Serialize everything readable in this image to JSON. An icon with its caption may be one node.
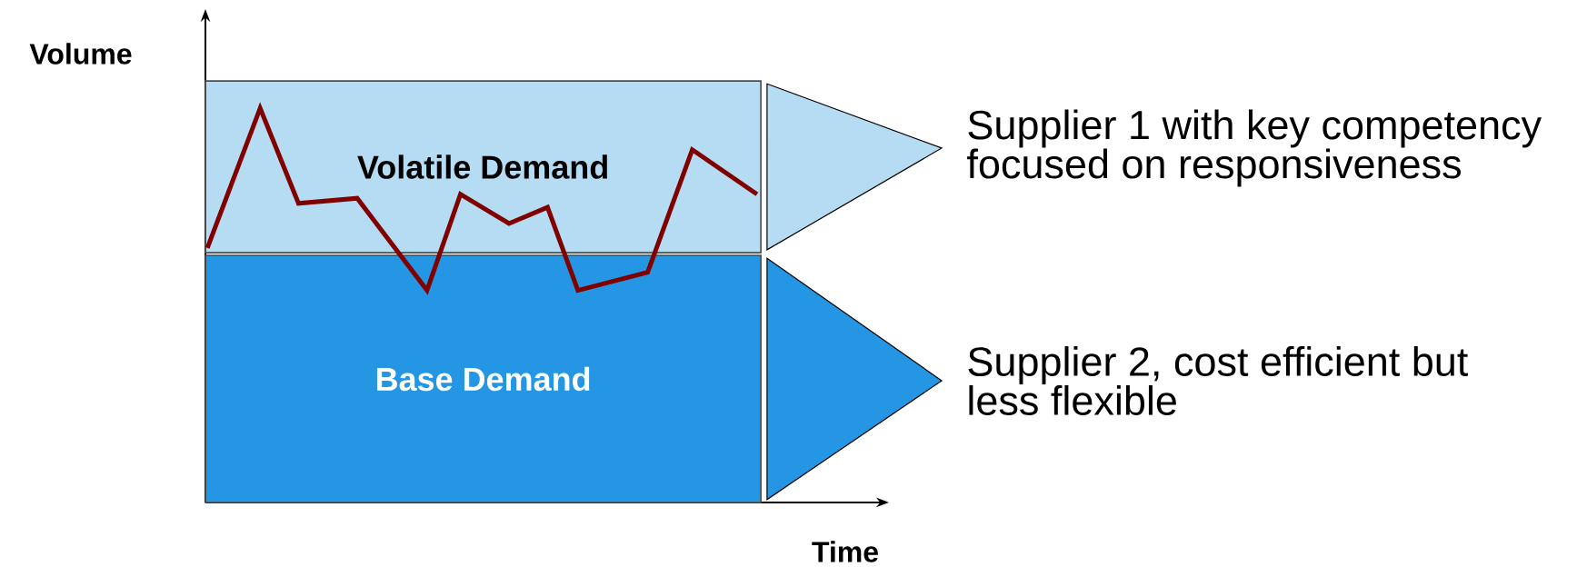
{
  "diagram": {
    "nodes": [
      {
        "text": [
          "Volatile Demand"
        ]
      },
      {
        "text": [
          "Base Demand"
        ]
      },
      {
        "text": [
          "Supplier 1 with key competency focused on responsiveness"
        ]
      },
      {
        "text": [
          "Supplier 2, cost efficient but less flexible"
        ]
      }
    ],
    "edges": [
      {
        "from": 0,
        "to": 2,
        "arrow": "to",
        "color": "#b6dcf3"
      },
      {
        "from": 1,
        "to": 3,
        "arrow": "to",
        "color": "#2596e3"
      }
    ],
    "labels": [
      "Volume",
      "Time"
    ]
  }
}
